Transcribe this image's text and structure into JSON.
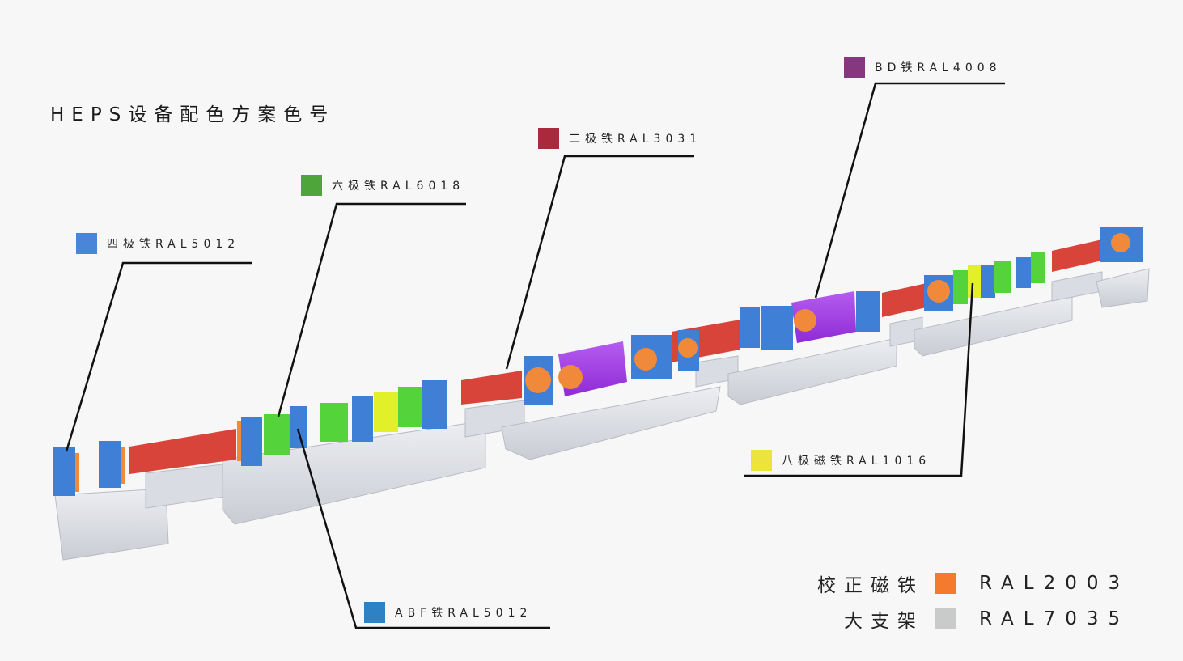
{
  "title": "HEPS设备配色方案色号",
  "callouts": [
    {
      "id": "quadrupole",
      "name": "四极铁",
      "code": "RAL5012",
      "color": "#4a86d8"
    },
    {
      "id": "sextupole",
      "name": "六极铁",
      "code": "RAL6018",
      "color": "#4ea63a"
    },
    {
      "id": "dipole",
      "name": "二极铁",
      "code": "RAL3031",
      "color": "#a82a3c"
    },
    {
      "id": "bd",
      "name": "BD铁",
      "code": "RAL4008",
      "color": "#86387f"
    },
    {
      "id": "octupole",
      "name": "八极磁铁",
      "code": "RAL1016",
      "color": "#ece43c"
    },
    {
      "id": "abf",
      "name": "ABF铁",
      "code": "RAL5012",
      "color": "#2e82c4"
    }
  ],
  "legend": [
    {
      "name": "校正磁铁",
      "code": "RAL2003",
      "color": "#f47a2e"
    },
    {
      "name": "大支架",
      "code": "RAL7035",
      "color": "#c8cbca"
    }
  ],
  "render_colors": {
    "quad_blue": "#3f7fd6",
    "sext_green": "#54d43a",
    "dipole_red": "#d8443a",
    "bd_purple": "#a33ee6",
    "oct_yellow": "#e2f02a",
    "corrector_orange": "#f08a3a",
    "girder_grey": "#e2e4e8"
  }
}
